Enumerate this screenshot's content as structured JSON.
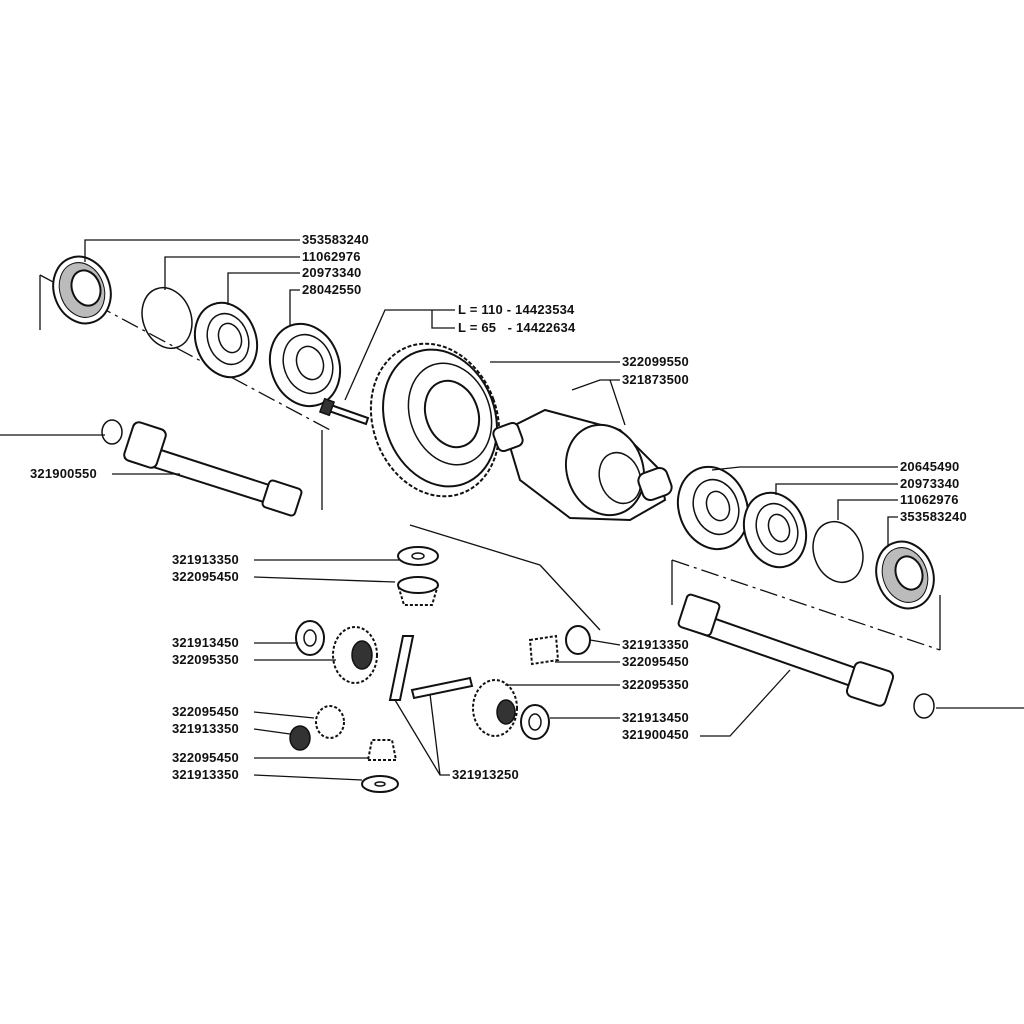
{
  "colors": {
    "ink": "#111111",
    "paper": "#ffffff"
  },
  "labels": {
    "seal_left": "353583240",
    "circlip_left": "11062976",
    "bearing_left_a": "20973340",
    "bearing_left_b": "28042550",
    "bolt_l110": "L = 110 - 14423534",
    "bolt_l65": "L = 65   - 14422634",
    "crown_gear": "322099550",
    "diff_case": "321873500",
    "bearing_right_a": "20645490",
    "bearing_right_b": "20973340",
    "circlip_right": "11062976",
    "seal_right": "353583240",
    "shaft_left": "321900550",
    "washer_top": "321913350",
    "pinion_top": "322095450",
    "washer_left_mid": "321913450",
    "side_gear_left": "322095350",
    "pinion_left_low": "322095450",
    "washer_left_low": "321913350",
    "pinion_bottom": "322095450",
    "washer_bottom": "321913350",
    "pin_shaft": "321913250",
    "washer_right_top": "321913350",
    "pinion_right": "322095450",
    "side_gear_right": "322095350",
    "washer_right_mid": "321913450",
    "shaft_right": "321900450"
  }
}
